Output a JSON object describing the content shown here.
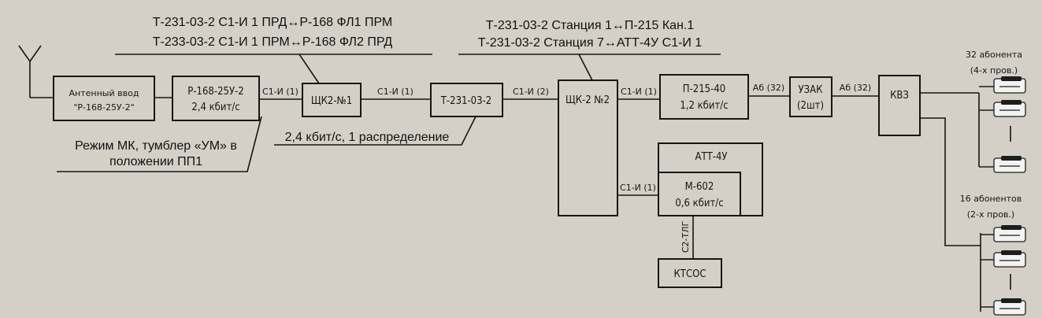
{
  "notes": {
    "top_left_line1": "Т-231-03-2 С1-И 1 ПРД↔Р-168 ФЛ1 ПРМ",
    "top_left_line2": "Т-233-03-2 С1-И 1 ПРМ↔Р-168 ФЛ2 ПРД",
    "top_right_line1": "Т-231-03-2 Станция 1↔П-215 Кан.1",
    "top_right_line2": "Т-231-03-2 Станция 7↔АТТ-4У С1-И 1",
    "mk_line1": "Режим МК, тумблер «УМ» в",
    "mk_line2": "положении ПП1",
    "distribution": "2,4 кбит/с, 1 распределение"
  },
  "blocks": {
    "antenna_input_line1": "Антенный ввод",
    "antenna_input_line2": "\"Р-168-25У-2\"",
    "r168_line1": "Р-168-25У-2",
    "r168_line2": "2,4 кбит/с",
    "shk2_1": "ЩК2-№1",
    "t231": "Т-231-03-2",
    "shk2_2": "ЩК-2 №2",
    "p215_line1": "П-215-40",
    "p215_line2": "1,2 кбит/с",
    "uzak_line1": "УЗАК",
    "uzak_line2": "(2шт)",
    "kvz": "КВЗ",
    "att4u": "АТТ-4У",
    "m602_line1": "М-602",
    "m602_line2": "0,6 кбит/с",
    "ktsos": "КТСОС"
  },
  "links": {
    "r168_to_shk1": "С1-И (1)",
    "shk1_to_t231": "С1-И (1)",
    "t231_to_shk2": "С1-И (2)",
    "shk2_to_p215": "С1-И (1)",
    "shk2_to_att": "С1-И (1)",
    "p215_to_uzak": "Аб (32)",
    "uzak_to_kvz": "Аб (32)",
    "m602_to_ktsos": "С2-ТЛГ"
  },
  "subscribers": {
    "group1_line1": "32 абонента",
    "group1_line2": "(4-х пров.)",
    "group2_line1": "16 абонентов",
    "group2_line2": "(2-х пров.)"
  }
}
